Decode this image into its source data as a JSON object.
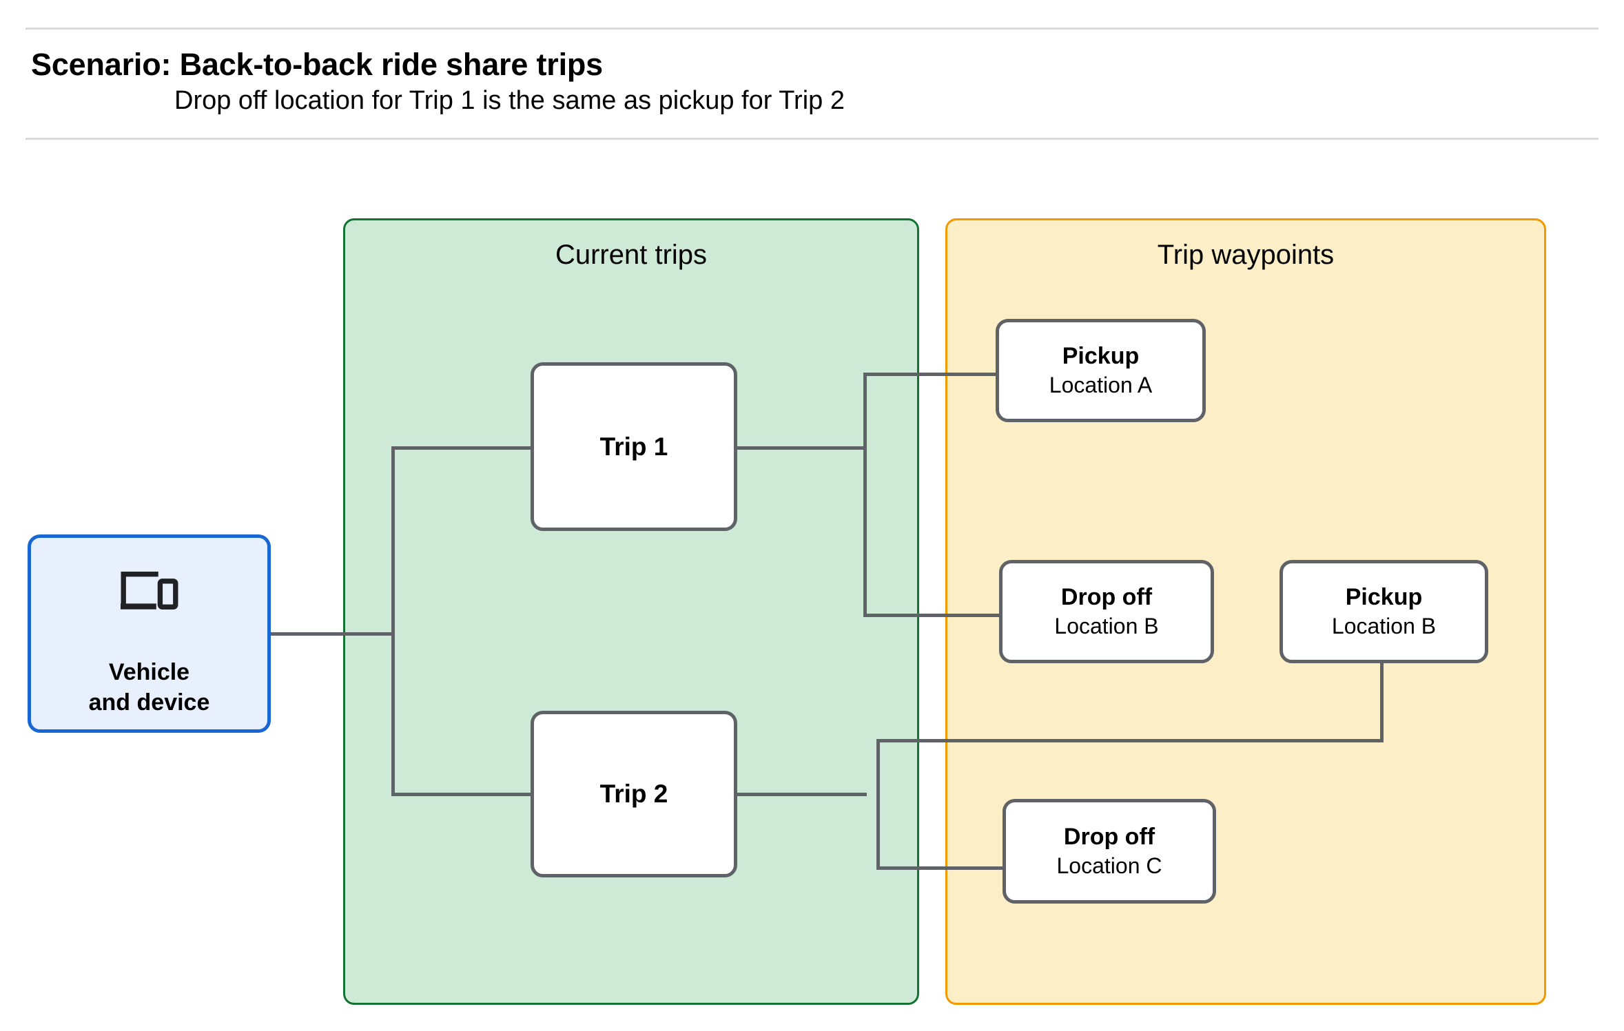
{
  "header": {
    "title": "Scenario: Back-to-back ride share trips",
    "subtitle": "Drop off  location for Trip 1 is the same as pickup for Trip 2"
  },
  "colors": {
    "current_trips_fill": "#ceead6",
    "current_trips_border": "#137333",
    "trip_waypoints_fill": "#fcefc7",
    "trip_waypoints_border": "#f29900",
    "vehicle_fill": "#e8f0fe",
    "vehicle_border": "#1967d2",
    "node_border": "#5f6368",
    "connector": "#5f6368",
    "rule": "#d9d9d9"
  },
  "groups": {
    "current_trips": {
      "title": "Current trips"
    },
    "trip_waypoints": {
      "title": "Trip waypoints"
    }
  },
  "vehicle": {
    "icon": "devices-icon",
    "label": "Vehicle\nand device"
  },
  "trips": [
    {
      "id": "trip-1",
      "label": "Trip 1"
    },
    {
      "id": "trip-2",
      "label": "Trip 2"
    }
  ],
  "waypoints": [
    {
      "id": "pickup-a",
      "type": "Pickup",
      "location": "Location A"
    },
    {
      "id": "dropoff-b",
      "type": "Drop off",
      "location": "Location B"
    },
    {
      "id": "pickup-b",
      "type": "Pickup",
      "location": "Location B"
    },
    {
      "id": "dropoff-c",
      "type": "Drop off",
      "location": "Location C"
    }
  ]
}
